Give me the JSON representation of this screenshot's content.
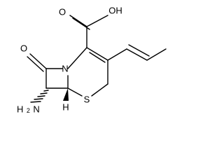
{
  "molecule": {
    "atom_labels": {
      "carboxyl": "OH",
      "carboxyl_oxygen": "O",
      "lactam_oxygen": "O",
      "ring_nitrogen": "N",
      "sulfur": "S",
      "amine": "H",
      "amine_subscript": "2",
      "amine_n": "N",
      "stereo_hydrogen": "H"
    }
  }
}
